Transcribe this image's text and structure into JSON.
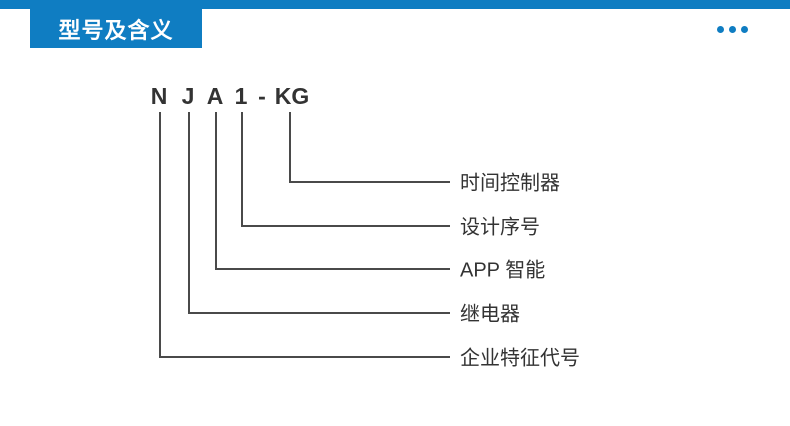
{
  "header": {
    "title": "型号及含义",
    "accent_color": "#0f7dc2",
    "menu_icon": "ellipsis-icon"
  },
  "diagram": {
    "chars": [
      "N",
      "J",
      "A",
      "1",
      "-",
      "KG"
    ],
    "labels": [
      {
        "code": "KG",
        "label": "时间控制器"
      },
      {
        "code": "1",
        "label": "设计序号"
      },
      {
        "code": "A",
        "label": "APP 智能"
      },
      {
        "code": "J",
        "label": "继电器"
      },
      {
        "code": "N",
        "label": "企业特征代号"
      }
    ]
  }
}
